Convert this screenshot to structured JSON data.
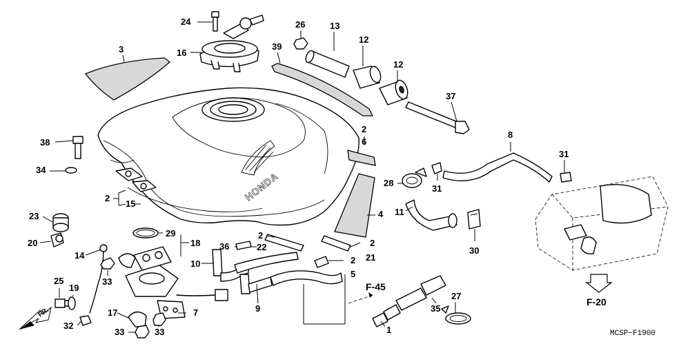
{
  "diagram": {
    "drawing_code": "MCSP−F1900",
    "direction_label": "FR.",
    "refs": {
      "f45": "F-45",
      "f20": "F-20"
    }
  },
  "callouts": [
    {
      "id": "p1",
      "text": "1"
    },
    {
      "id": "p2a",
      "text": "2"
    },
    {
      "id": "p2b",
      "text": "2"
    },
    {
      "id": "p2c",
      "text": "2"
    },
    {
      "id": "p2d",
      "text": "2"
    },
    {
      "id": "p2e",
      "text": "2"
    },
    {
      "id": "p3",
      "text": "3"
    },
    {
      "id": "p4",
      "text": "4"
    },
    {
      "id": "p5",
      "text": "5"
    },
    {
      "id": "p6",
      "text": "6"
    },
    {
      "id": "p7",
      "text": "7"
    },
    {
      "id": "p8",
      "text": "8"
    },
    {
      "id": "p9",
      "text": "9"
    },
    {
      "id": "p10",
      "text": "10"
    },
    {
      "id": "p11",
      "text": "11"
    },
    {
      "id": "p12a",
      "text": "12"
    },
    {
      "id": "p12b",
      "text": "12"
    },
    {
      "id": "p13",
      "text": "13"
    },
    {
      "id": "p14",
      "text": "14"
    },
    {
      "id": "p15",
      "text": "15"
    },
    {
      "id": "p16",
      "text": "16"
    },
    {
      "id": "p17",
      "text": "17"
    },
    {
      "id": "p18",
      "text": "18"
    },
    {
      "id": "p19",
      "text": "19"
    },
    {
      "id": "p20",
      "text": "20"
    },
    {
      "id": "p21",
      "text": "21"
    },
    {
      "id": "p22",
      "text": "22"
    },
    {
      "id": "p23",
      "text": "23"
    },
    {
      "id": "p24",
      "text": "24"
    },
    {
      "id": "p25",
      "text": "25"
    },
    {
      "id": "p26",
      "text": "26"
    },
    {
      "id": "p27",
      "text": "27"
    },
    {
      "id": "p28",
      "text": "28"
    },
    {
      "id": "p29",
      "text": "29"
    },
    {
      "id": "p30",
      "text": "30"
    },
    {
      "id": "p31a",
      "text": "31"
    },
    {
      "id": "p31b",
      "text": "31"
    },
    {
      "id": "p32",
      "text": "32"
    },
    {
      "id": "p33a",
      "text": "33"
    },
    {
      "id": "p33b",
      "text": "33"
    },
    {
      "id": "p33c",
      "text": "33"
    },
    {
      "id": "p34",
      "text": "34"
    },
    {
      "id": "p35",
      "text": "35"
    },
    {
      "id": "p36",
      "text": "36"
    },
    {
      "id": "p37",
      "text": "37"
    },
    {
      "id": "p38",
      "text": "38"
    },
    {
      "id": "p39",
      "text": "39"
    }
  ],
  "brand_marking": "HONDA"
}
